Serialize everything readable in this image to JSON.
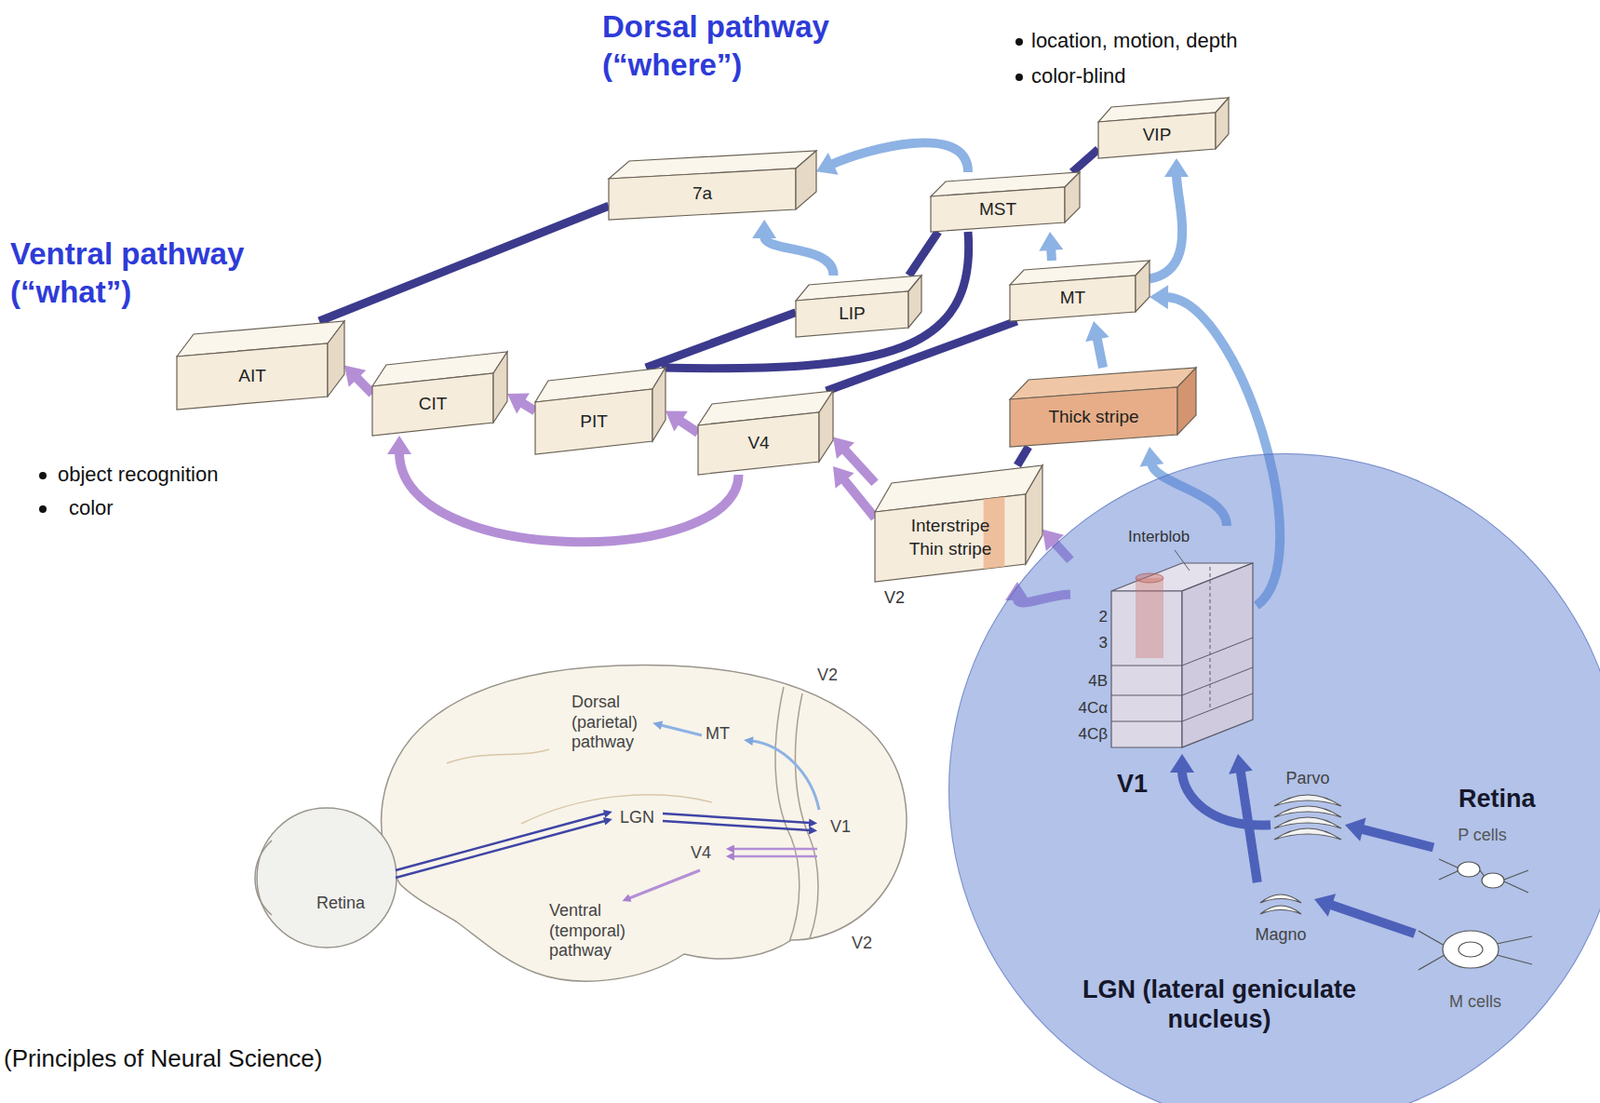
{
  "diagram": {
    "caption": "(Principles of Neural Science)",
    "nodes": [
      {
        "text": [
          "7a"
        ]
      },
      {
        "text": [
          "VIP"
        ]
      },
      {
        "text": [
          "MST"
        ]
      },
      {
        "text": [
          "LIP"
        ]
      },
      {
        "text": [
          "MT"
        ]
      },
      {
        "text": [
          "AIT"
        ]
      },
      {
        "text": [
          "CIT"
        ]
      },
      {
        "text": [
          "PIT"
        ]
      },
      {
        "text": [
          "V4"
        ]
      },
      {
        "text": [
          "Thick stripe"
        ]
      },
      {
        "text": [
          "Interstripe",
          "Thin stripe"
        ]
      },
      {
        "text": [
          "LGN (lateral geniculate nucleus)"
        ]
      },
      {
        "text": [
          "V1",
          "Interblob",
          "2",
          "3",
          "4B",
          "4Cα",
          "4Cβ"
        ],
        "in": 11
      },
      {
        "text": [
          "Parvo"
        ],
        "in": 11
      },
      {
        "text": [
          "P cells"
        ],
        "in": 11
      },
      {
        "text": [
          "Magno"
        ],
        "in": 11
      },
      {
        "text": [
          "M cells"
        ],
        "in": 11
      }
    ],
    "edges": [
      {
        "from": 5,
        "to": 0,
        "arrow": "none"
      },
      {
        "from": 7,
        "to": 3,
        "arrow": "none"
      },
      {
        "from": 7,
        "to": 2,
        "arrow": "none"
      },
      {
        "from": 8,
        "to": 4,
        "arrow": "none"
      },
      {
        "from": 10,
        "to": 9,
        "arrow": "none"
      },
      {
        "from": 2,
        "to": 1,
        "arrow": "none"
      },
      {
        "from": 3,
        "to": 2,
        "arrow": "none"
      },
      {
        "from": 2,
        "to": 0,
        "arrow": "to"
      },
      {
        "from": 3,
        "to": 0,
        "arrow": "to"
      },
      {
        "from": 4,
        "to": 2,
        "arrow": "to"
      },
      {
        "from": 4,
        "to": 1,
        "arrow": "to"
      },
      {
        "from": 9,
        "to": 4,
        "arrow": "to"
      },
      {
        "from": 12,
        "to": 4,
        "arrow": "to"
      },
      {
        "from": 12,
        "to": 9,
        "arrow": "to"
      },
      {
        "from": 15,
        "to": 12,
        "arrow": "to"
      },
      {
        "from": 13,
        "to": 12,
        "arrow": "to"
      },
      {
        "from": 14,
        "to": 13,
        "arrow": "to"
      },
      {
        "from": 16,
        "to": 15,
        "arrow": "to"
      },
      {
        "from": 6,
        "to": 5,
        "arrow": "to"
      },
      {
        "from": 7,
        "to": 6,
        "arrow": "to"
      },
      {
        "from": 8,
        "to": 7,
        "arrow": "to"
      },
      {
        "from": 8,
        "to": 6,
        "arrow": "to"
      },
      {
        "from": 10,
        "to": 8,
        "arrow": "to"
      },
      {
        "from": 10,
        "to": 8,
        "arrow": "to"
      },
      {
        "from": 12,
        "to": 10,
        "arrow": "to"
      },
      {
        "from": 12,
        "to": 10,
        "arrow": "to"
      }
    ],
    "labels": [
      "Dorsal pathway (“where”)",
      "location, motion, depth",
      "color-blind",
      "Ventral pathway (“what”)",
      "object recognition",
      "color",
      "V2",
      "Retina",
      "Dorsal (parietal) pathway",
      "MT",
      "V2",
      "LGN",
      "V1",
      "V4",
      "Retina",
      "V2",
      "Ventral (temporal) pathway"
    ]
  }
}
